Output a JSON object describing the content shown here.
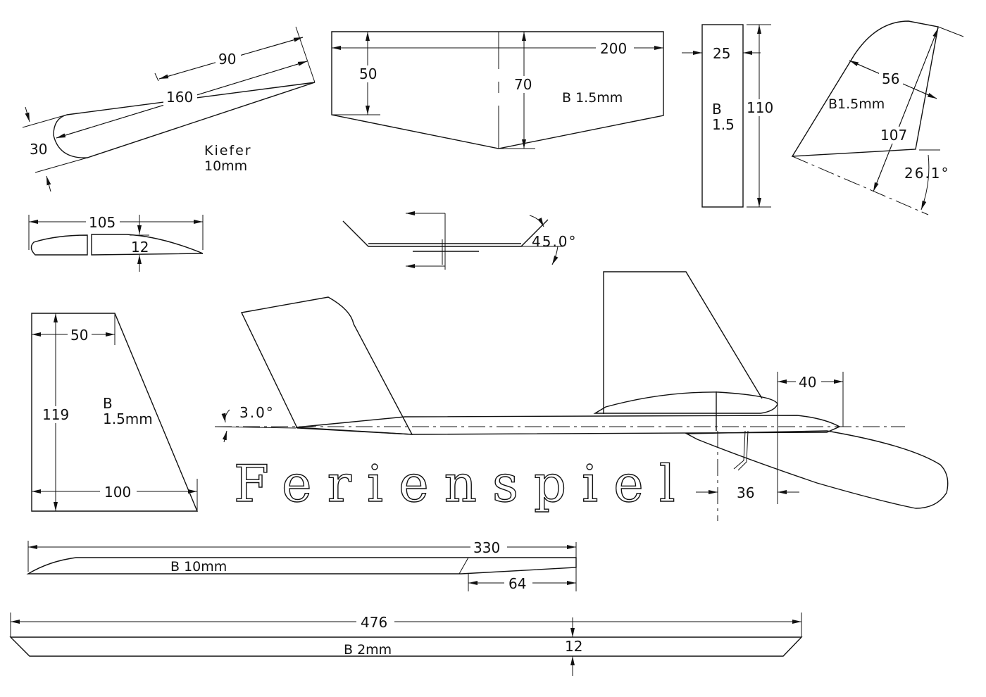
{
  "parts": {
    "handle": {
      "d90": "90",
      "d160": "160",
      "d30": "30",
      "material": "Kiefer",
      "thickness": "10mm"
    },
    "wing_half": {
      "d200": "200",
      "d50": "50",
      "d70": "70",
      "material": "B 1.5mm"
    },
    "strip": {
      "d25": "25",
      "d110": "110",
      "m1": "B",
      "m2": "1.5"
    },
    "fin": {
      "d56": "56",
      "d107": "107",
      "material": "B1.5mm",
      "angle": "26.1°"
    },
    "profile": {
      "d105": "105",
      "d12": "12"
    },
    "dihedral": {
      "angle": "45.0°"
    },
    "stabilizer": {
      "d50": "50",
      "d119": "119",
      "d100": "100",
      "m1": "B",
      "m2": "1.5mm"
    },
    "assembly": {
      "angle": "3.0°",
      "d40": "40",
      "d36": "36"
    },
    "fuselage": {
      "d330": "330",
      "d64": "64",
      "material": "B 10mm"
    },
    "spar": {
      "d476": "476",
      "d12": "12",
      "material": "B 2mm"
    }
  },
  "title": "Ferienspiel"
}
